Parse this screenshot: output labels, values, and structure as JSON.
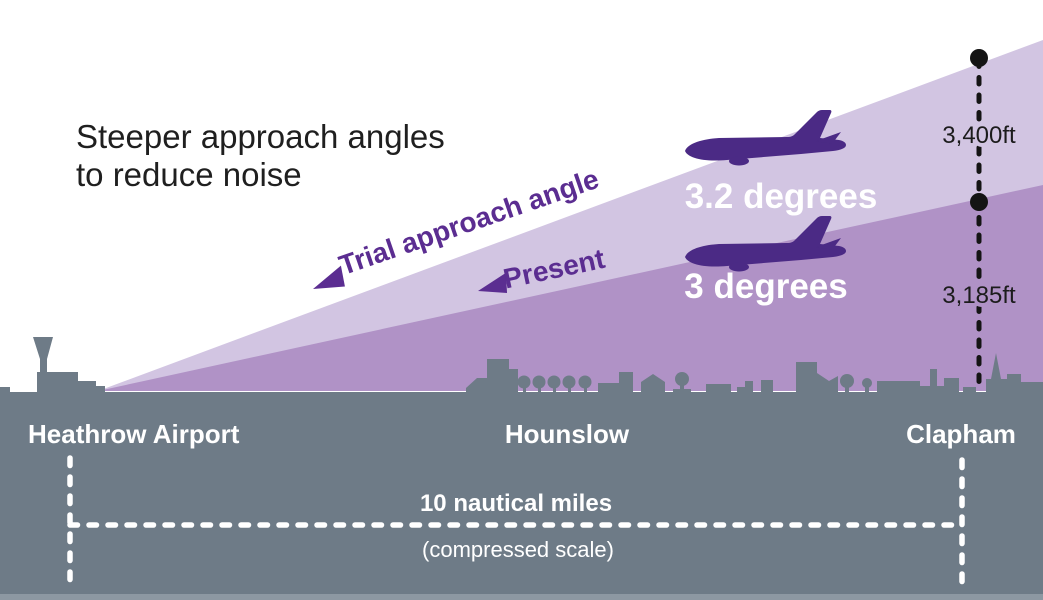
{
  "title": {
    "line1": "Steeper approach angles",
    "line2": "to reduce noise"
  },
  "approaches": {
    "trial": {
      "label": "Trial approach angle",
      "angle": "3.2 degrees",
      "altitude": "3,400ft"
    },
    "present": {
      "label": "Present",
      "angle": "3 degrees",
      "altitude": "3,185ft"
    }
  },
  "ground": {
    "start": "Heathrow Airport",
    "middle": "Hounslow",
    "end": "Clapham",
    "distance": "10 nautical miles",
    "scale_note": "(compressed scale)"
  },
  "icons": {
    "trial_arrow": "left-triangle-arrow",
    "present_arrow": "left-triangle-arrow",
    "trial_plane": "airplane-silhouette",
    "present_plane": "airplane-silhouette",
    "tower": "control-tower",
    "church": "church-spire"
  },
  "colors": {
    "background": "#ffffff",
    "trial_wedge": "#d2c5e2",
    "present_wedge": "#b092c6",
    "plane_purple": "#4b2a85",
    "label_purple": "#5b2d91",
    "ground_gray": "#6e7b87",
    "ground_strip": "#8d98a2",
    "marker_black": "#141414",
    "text_white": "#ffffff"
  }
}
